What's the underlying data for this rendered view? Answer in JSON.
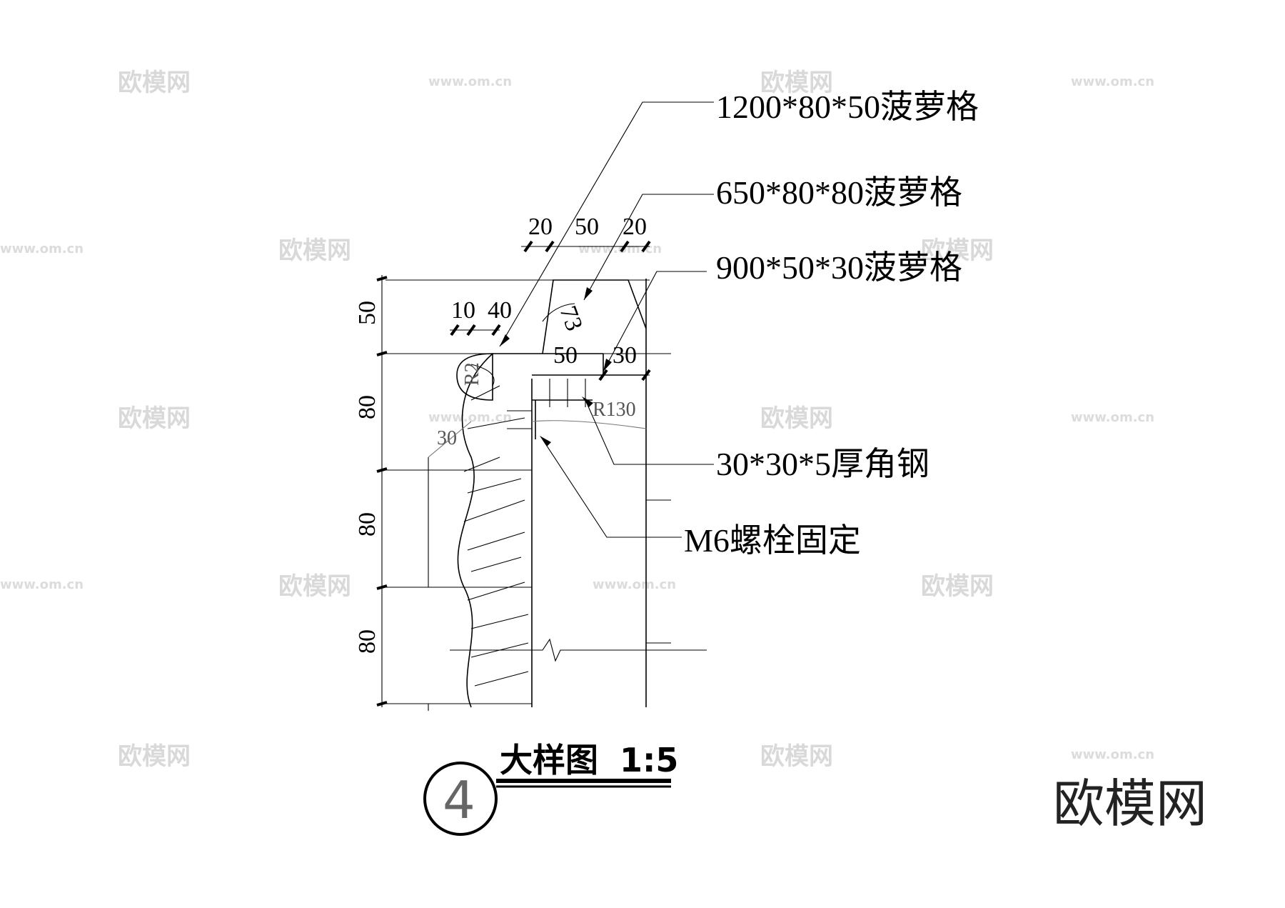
{
  "annotations": {
    "label_1": "1200*80*50菠萝格",
    "label_2": "650*80*80菠萝格",
    "label_3": "900*50*30菠萝格",
    "label_4": "30*30*5厚角钢",
    "label_5": "M6螺栓固定"
  },
  "dimensions": {
    "top_20a": "20",
    "top_50": "50",
    "top_20b": "20",
    "left_10": "10",
    "left_40": "40",
    "mid_50": "50",
    "mid_30": "30",
    "angle": "73",
    "radius": "R130",
    "r_small": "R2",
    "small_30": "30",
    "v_50": "50",
    "v_80a": "80",
    "v_80b": "80",
    "v_80c": "80"
  },
  "title_block": {
    "number": "4",
    "title": "大样图",
    "scale": "1:5"
  },
  "watermark": {
    "brand": "欧模网",
    "url": "www.om.cn"
  }
}
